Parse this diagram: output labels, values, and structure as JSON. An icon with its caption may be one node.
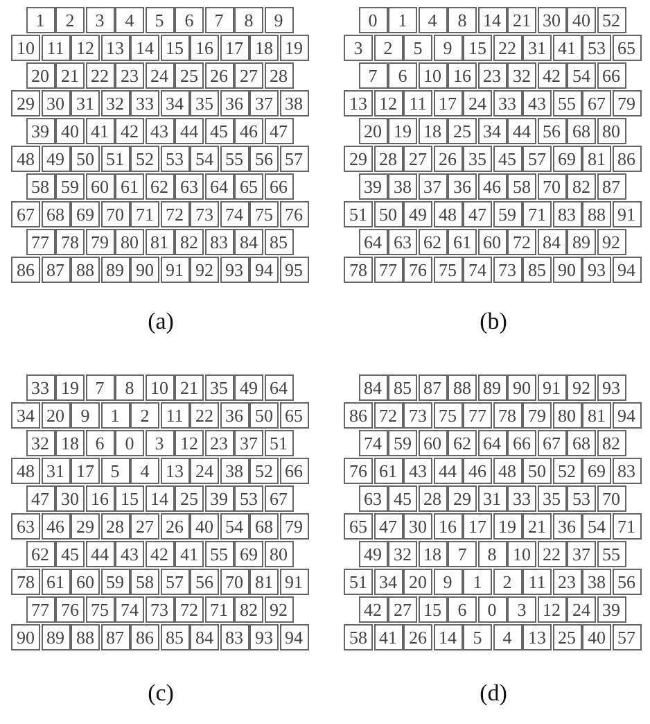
{
  "diagram": {
    "labels": [
      "1",
      "2",
      "3",
      "4",
      "5",
      "6",
      "7",
      "8",
      "9",
      "10",
      "11",
      "12",
      "13",
      "14",
      "15",
      "16",
      "17",
      "18",
      "19",
      "20",
      "21",
      "22",
      "23",
      "24",
      "25",
      "26",
      "27",
      "28",
      "29",
      "30",
      "31",
      "32",
      "33",
      "34",
      "35",
      "36",
      "37",
      "38",
      "39",
      "40",
      "41",
      "42",
      "43",
      "44",
      "45",
      "46",
      "47",
      "48",
      "49",
      "50",
      "51",
      "52",
      "53",
      "54",
      "55",
      "56",
      "57",
      "58",
      "59",
      "60",
      "61",
      "62",
      "63",
      "64",
      "65",
      "66",
      "67",
      "68",
      "69",
      "70",
      "71",
      "72",
      "73",
      "74",
      "75",
      "76",
      "77",
      "78",
      "79",
      "80",
      "81",
      "82",
      "83",
      "84",
      "85",
      "86",
      "87",
      "88",
      "89",
      "90",
      "91",
      "92",
      "93",
      "94",
      "95",
      "0",
      "1",
      "4",
      "8",
      "14",
      "21",
      "30",
      "40",
      "52",
      "3",
      "2",
      "5",
      "9",
      "15",
      "22",
      "31",
      "41",
      "53",
      "65",
      "7",
      "6",
      "10",
      "16",
      "23",
      "32",
      "42",
      "54",
      "66",
      "13",
      "12",
      "11",
      "17",
      "24",
      "33",
      "43",
      "55",
      "67",
      "79",
      "20",
      "19",
      "18",
      "25",
      "34",
      "44",
      "56",
      "68",
      "80",
      "29",
      "28",
      "27",
      "26",
      "35",
      "45",
      "57",
      "69",
      "81",
      "86",
      "39",
      "38",
      "37",
      "36",
      "46",
      "58",
      "70",
      "82",
      "87",
      "51",
      "50",
      "49",
      "48",
      "47",
      "59",
      "71",
      "83",
      "88",
      "91",
      "64",
      "63",
      "62",
      "61",
      "60",
      "72",
      "84",
      "89",
      "92",
      "78",
      "77",
      "76",
      "75",
      "74",
      "73",
      "85",
      "90",
      "93",
      "94",
      "(a)",
      "(b)",
      "33",
      "19",
      "7",
      "8",
      "10",
      "21",
      "35",
      "49",
      "64",
      "34",
      "20",
      "9",
      "1",
      "2",
      "11",
      "22",
      "36",
      "50",
      "65",
      "32",
      "18",
      "6",
      "0",
      "3",
      "12",
      "23",
      "37",
      "51",
      "48",
      "31",
      "17",
      "5",
      "4",
      "13",
      "24",
      "38",
      "52",
      "66",
      "47",
      "30",
      "16",
      "15",
      "14",
      "25",
      "39",
      "53",
      "67",
      "63",
      "46",
      "29",
      "28",
      "27",
      "26",
      "40",
      "54",
      "68",
      "79",
      "62",
      "45",
      "44",
      "43",
      "42",
      "41",
      "55",
      "69",
      "80",
      "78",
      "61",
      "60",
      "59",
      "58",
      "57",
      "56",
      "70",
      "81",
      "91",
      "77",
      "76",
      "75",
      "74",
      "73",
      "72",
      "71",
      "82",
      "92",
      "90",
      "89",
      "88",
      "87",
      "86",
      "85",
      "84",
      "83",
      "93",
      "94",
      "84",
      "85",
      "87",
      "88",
      "89",
      "90",
      "91",
      "92",
      "93",
      "86",
      "72",
      "73",
      "75",
      "77",
      "78",
      "79",
      "80",
      "81",
      "94",
      "74",
      "59",
      "60",
      "62",
      "64",
      "66",
      "67",
      "68",
      "82",
      "76",
      "61",
      "43",
      "44",
      "46",
      "48",
      "50",
      "52",
      "69",
      "83",
      "63",
      "45",
      "28",
      "29",
      "31",
      "33",
      "35",
      "53",
      "70",
      "65",
      "47",
      "30",
      "16",
      "17",
      "19",
      "21",
      "36",
      "54",
      "71",
      "49",
      "32",
      "18",
      "7",
      "8",
      "10",
      "22",
      "37",
      "55",
      "51",
      "34",
      "20",
      "9",
      "1",
      "2",
      "11",
      "23",
      "38",
      "56",
      "42",
      "27",
      "15",
      "6",
      "0",
      "3",
      "12",
      "24",
      "39",
      "58",
      "41",
      "26",
      "14",
      "5",
      "4",
      "13",
      "25",
      "40",
      "57",
      "(c)",
      "(d)"
    ]
  }
}
